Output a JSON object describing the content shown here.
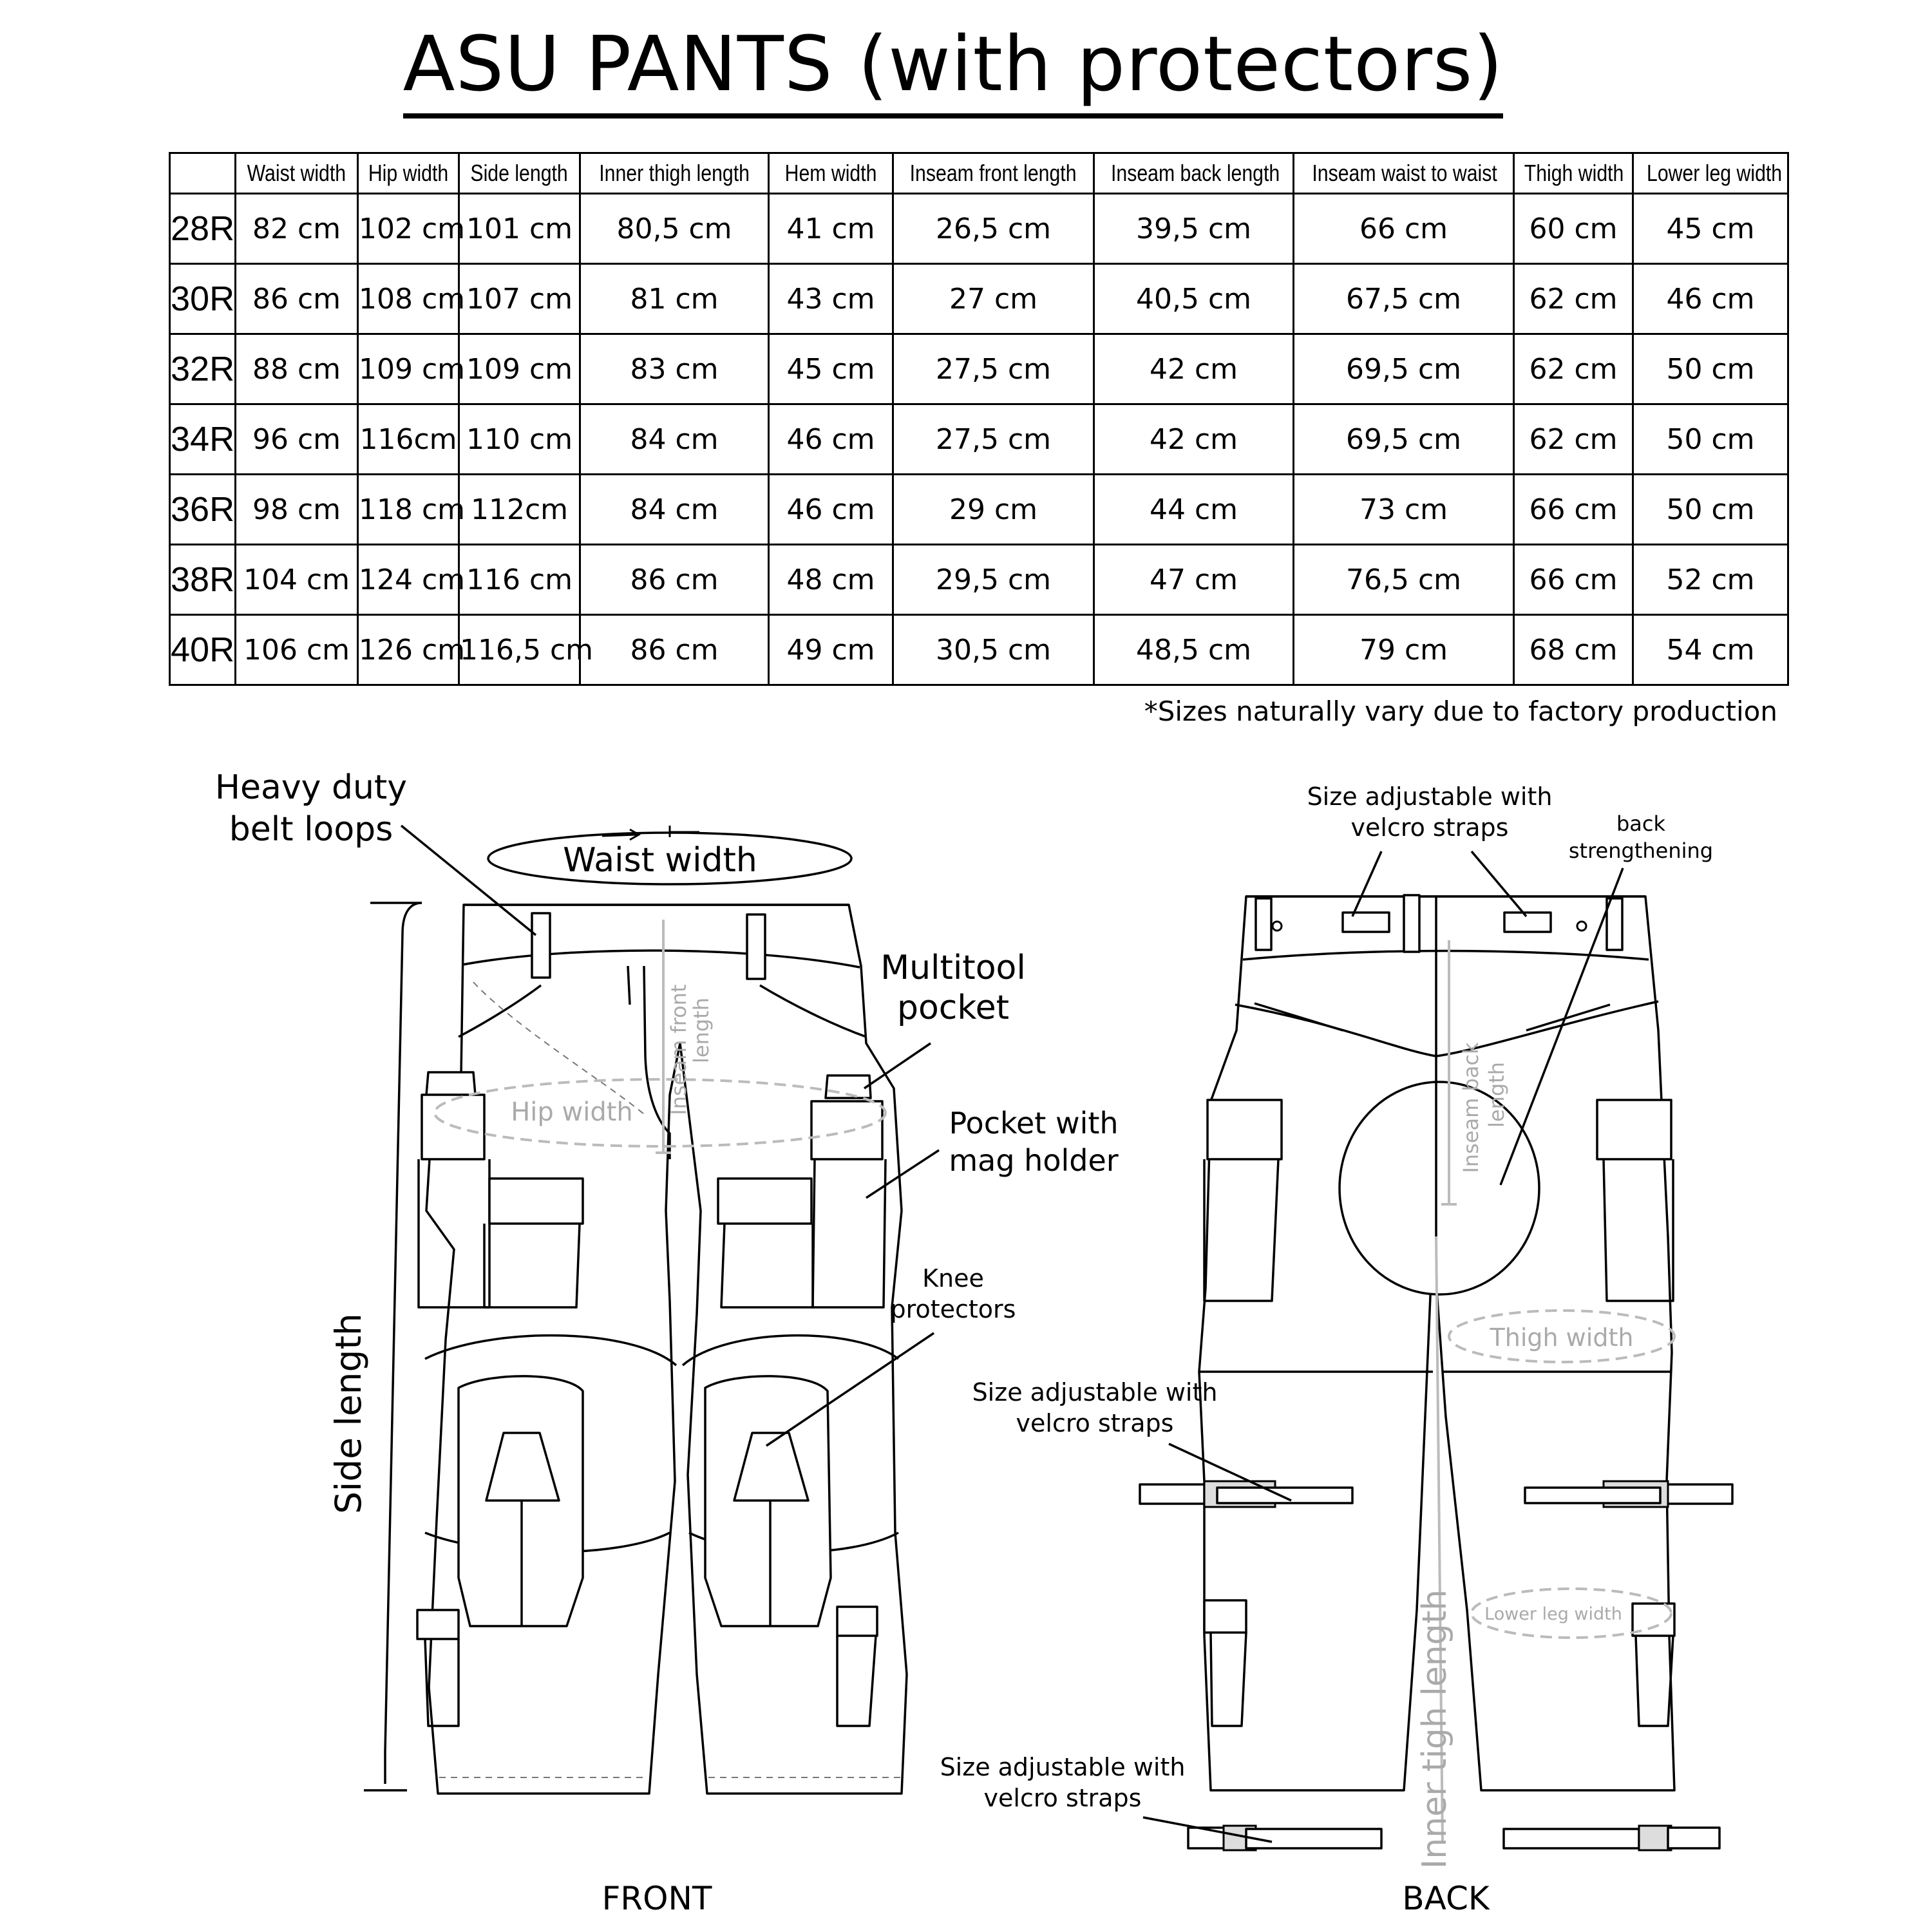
{
  "title": "ASU PANTS (with protectors)",
  "table": {
    "headers": [
      "Waist width",
      "Hip width",
      "Side length",
      "Inner thigh length",
      "Hem width",
      "Inseam front length",
      "Inseam back length",
      "Inseam waist to waist",
      "Thigh width",
      "Lower leg width"
    ],
    "rows": [
      {
        "size": "28R",
        "values": [
          "82 cm",
          "102 cm",
          "101 cm",
          "80,5 cm",
          "41 cm",
          "26,5 cm",
          "39,5 cm",
          "66 cm",
          "60 cm",
          "45 cm"
        ]
      },
      {
        "size": "30R",
        "values": [
          "86 cm",
          "108 cm",
          "107 cm",
          "81 cm",
          "43 cm",
          "27 cm",
          "40,5 cm",
          "67,5 cm",
          "62 cm",
          "46 cm"
        ]
      },
      {
        "size": "32R",
        "values": [
          "88 cm",
          "109 cm",
          "109 cm",
          "83 cm",
          "45 cm",
          "27,5 cm",
          "42 cm",
          "69,5 cm",
          "62 cm",
          "50 cm"
        ]
      },
      {
        "size": "34R",
        "values": [
          "96 cm",
          "116cm",
          "110 cm",
          "84 cm",
          "46 cm",
          "27,5 cm",
          "42 cm",
          "69,5 cm",
          "62 cm",
          "50 cm"
        ]
      },
      {
        "size": "36R",
        "values": [
          "98 cm",
          "118 cm",
          "112cm",
          "84 cm",
          "46 cm",
          "29 cm",
          "44 cm",
          "73 cm",
          "66 cm",
          "50 cm"
        ]
      },
      {
        "size": "38R",
        "values": [
          "104 cm",
          "124 cm",
          "116 cm",
          "86 cm",
          "48 cm",
          "29,5 cm",
          "47 cm",
          "76,5 cm",
          "66 cm",
          "52 cm"
        ]
      },
      {
        "size": "40R",
        "values": [
          "106 cm",
          "126 cm",
          "116,5 cm",
          "86 cm",
          "49 cm",
          "30,5 cm",
          "48,5 cm",
          "79 cm",
          "68 cm",
          "54 cm"
        ]
      }
    ]
  },
  "note": "*Sizes naturally vary due to factory production",
  "front": {
    "caption": "FRONT",
    "labels": {
      "belt_loops_1": "Heavy duty",
      "belt_loops_2": "belt loops",
      "waist_width": "Waist width",
      "inseam_front_1": "Inseam front",
      "inseam_front_2": "length",
      "hip_width": "Hip width",
      "multitool_1": "Multitool",
      "multitool_2": "pocket",
      "mag_1": "Pocket with",
      "mag_2": "mag holder",
      "knee_1": "Knee",
      "knee_2": "protectors",
      "side_length": "Side length"
    }
  },
  "back": {
    "caption": "BACK",
    "labels": {
      "velcro_top_1": "Size adjustable with",
      "velcro_top_2": "velcro straps",
      "back_str_1": "back",
      "back_str_2": "strengthening",
      "inseam_back_1": "Inseam back",
      "inseam_back_2": "length",
      "thigh_width": "Thigh width",
      "velcro_mid_1": "Size adjustable with",
      "velcro_mid_2": "velcro straps",
      "lower_leg_width": "Lower leg width",
      "inner_thigh": "Inner tigh length",
      "velcro_bot_1": "Size adjustable with",
      "velcro_bot_2": "velcro straps"
    }
  }
}
